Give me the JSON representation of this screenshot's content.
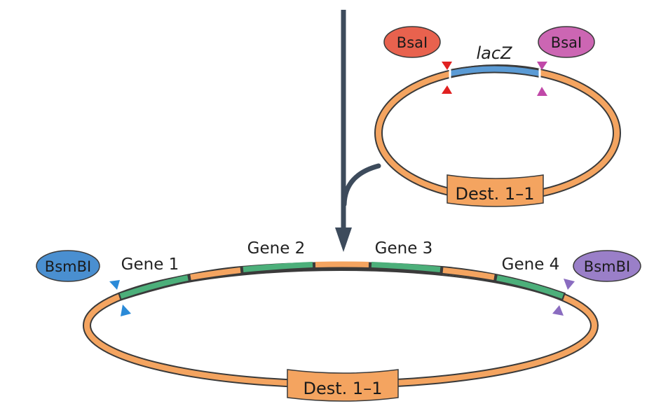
{
  "top_plasmid": {
    "enzyme_left": "BsaI",
    "enzyme_right": "BsaI",
    "insert_label": "lacZ",
    "backbone_label": "Dest. 1–1"
  },
  "bottom_plasmid": {
    "enzyme_left": "BsmBI",
    "enzyme_right": "BsmBI",
    "genes": [
      "Gene 1",
      "Gene 2",
      "Gene 3",
      "Gene 4"
    ],
    "backbone_label": "Dest. 1–1"
  },
  "colors": {
    "backbone": "#f4a460",
    "backbone_stroke": "#3a3a3a",
    "lacz": "#5b9bd5",
    "gene": "#4caf7a",
    "bsai_left": "#e8624e",
    "bsai_right": "#cc66b3",
    "bsmbi_left": "#4a8fd0",
    "bsmbi_right": "#9a7fc8",
    "site_red": "#e02020",
    "site_magenta": "#c048a8",
    "site_blue": "#2a8ad8",
    "site_purple": "#8a6cc0",
    "arrow": "#3d4b5c"
  }
}
